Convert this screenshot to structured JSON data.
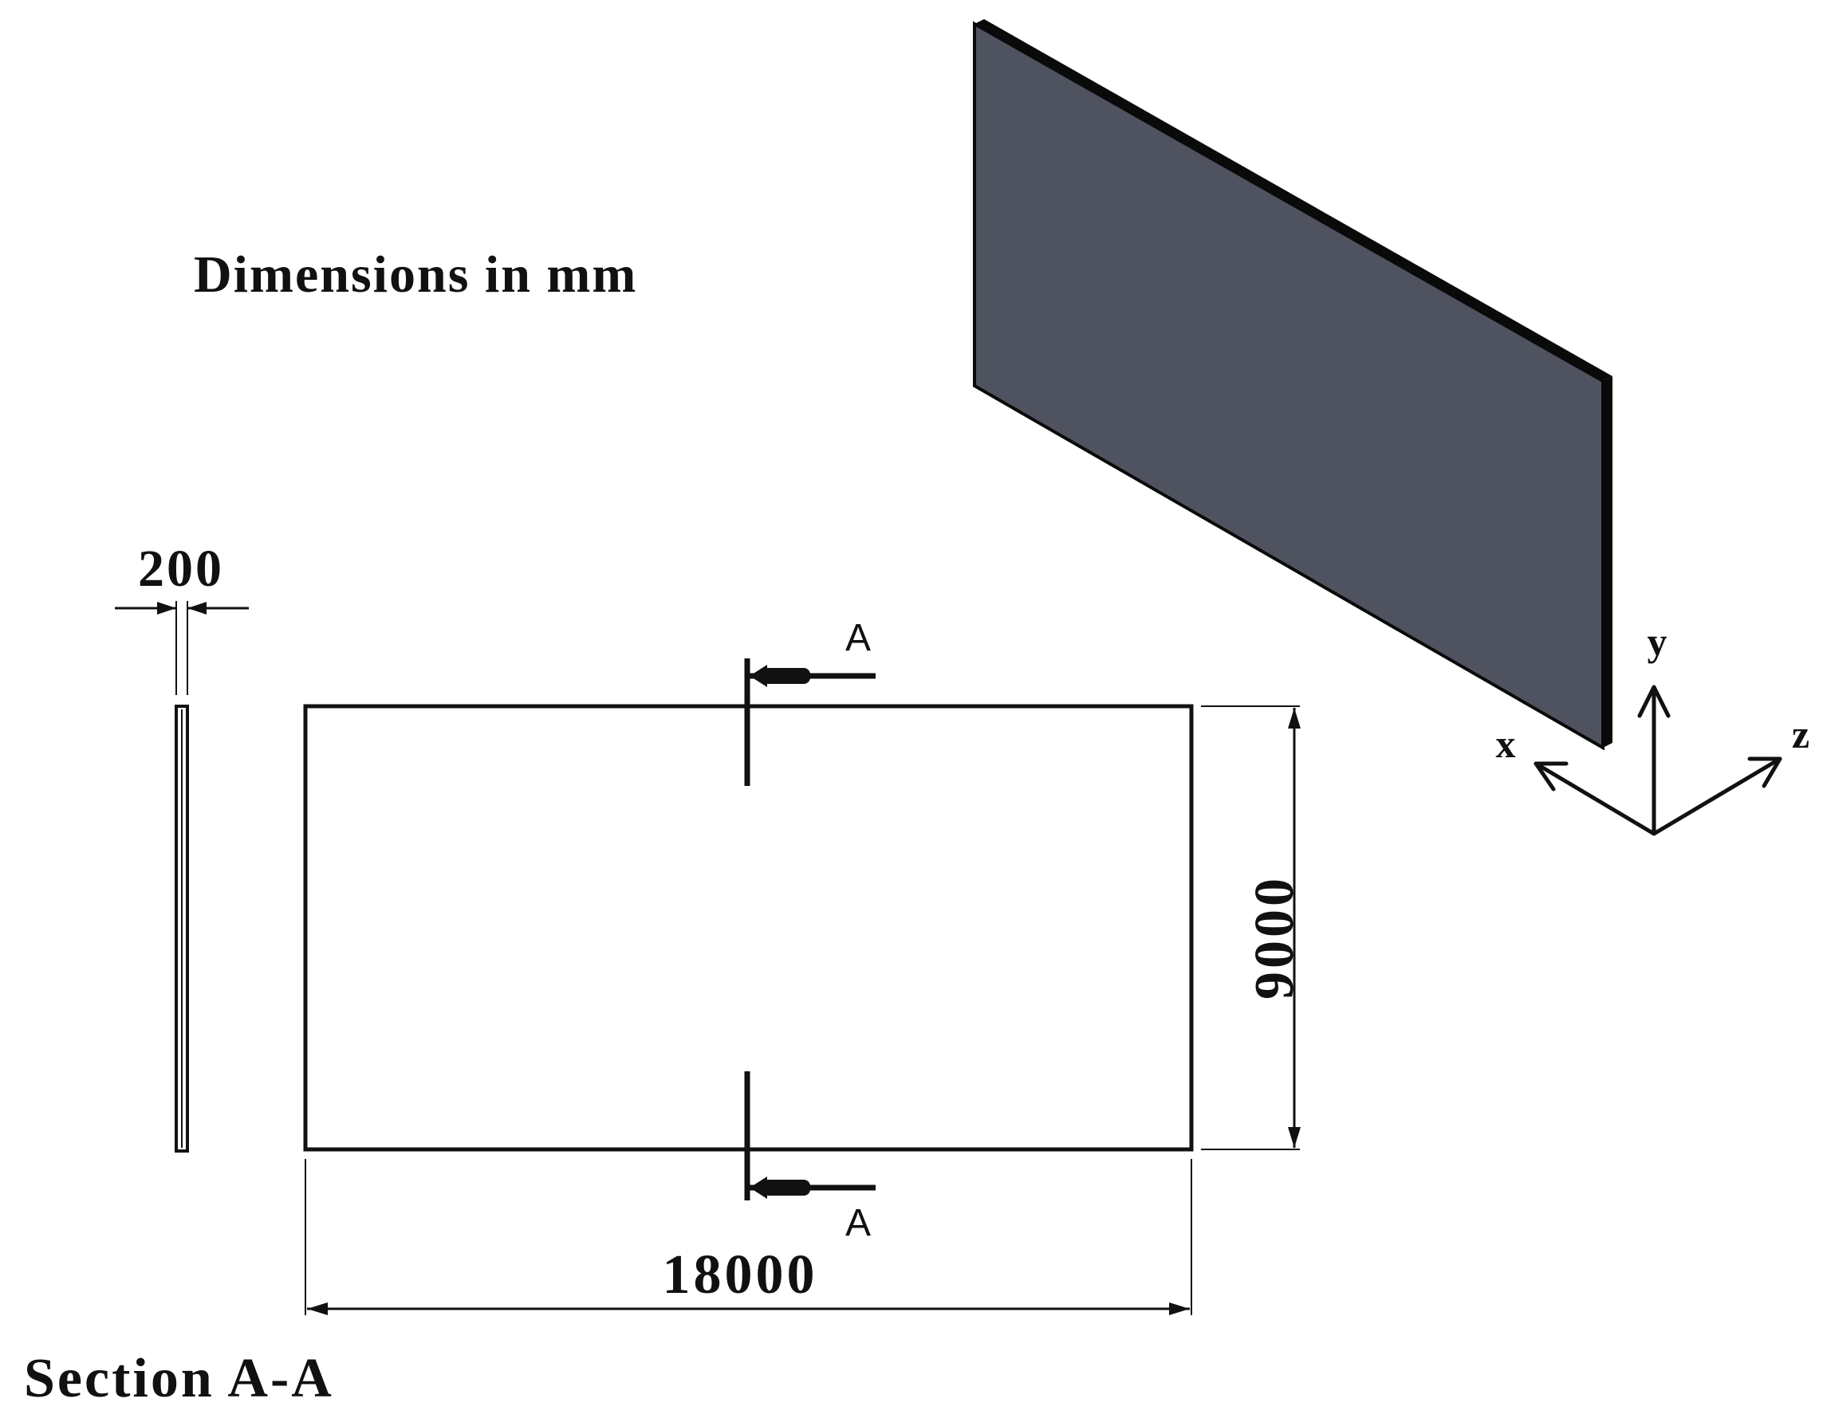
{
  "units_note": "Dimensions in mm",
  "dimensions": {
    "thickness": "200",
    "height": "9000",
    "length": "18000"
  },
  "section_marks": {
    "top": "A",
    "bottom": "A"
  },
  "section_title": "Section A-A",
  "axes": {
    "x": "x",
    "y": "y",
    "z": "z"
  },
  "colors": {
    "panel_face": "#4e535f",
    "panel_edge": "#0a0a0a",
    "line": "#111111"
  }
}
